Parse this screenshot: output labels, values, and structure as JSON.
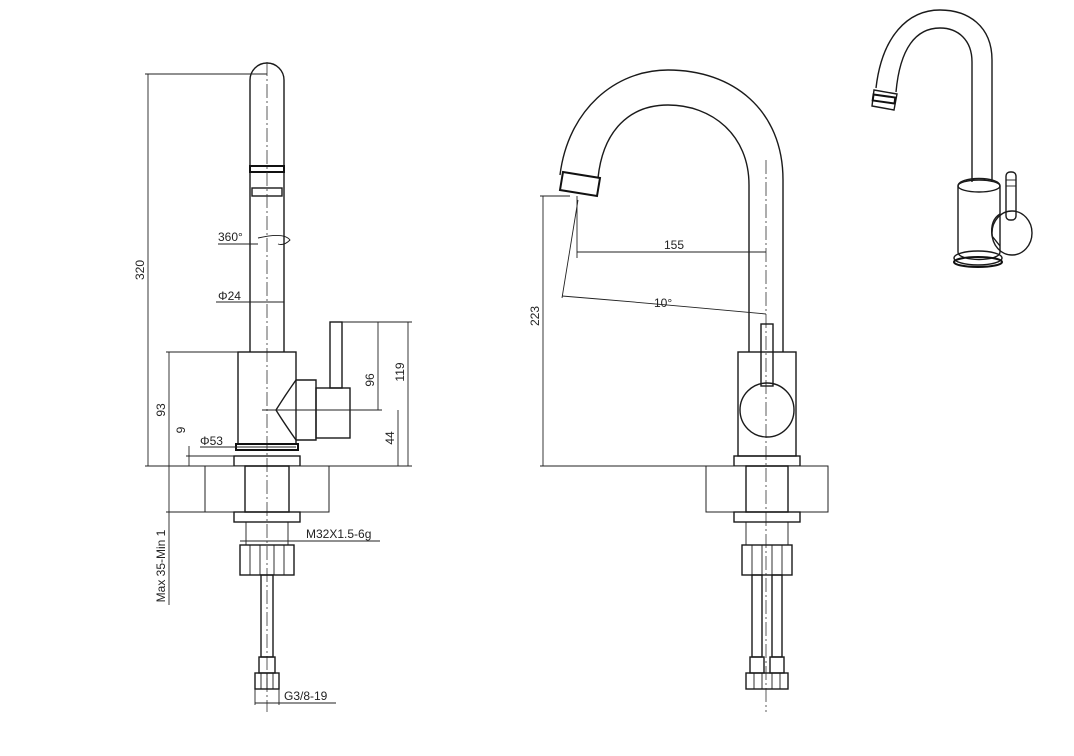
{
  "side_view": {
    "dims": {
      "total_height": "320",
      "rotation": "360°",
      "spout_diameter": "Φ24",
      "body_height": "93",
      "base_offset": "9",
      "base_diameter": "Φ53",
      "handle_height": "96",
      "lever_height": "119",
      "lever_base": "44",
      "mount_thickness": "Max 35-Min 1",
      "thread": "M32X1.5-6g",
      "hose_thread": "G3/8-19"
    }
  },
  "front_view": {
    "dims": {
      "reach": "155",
      "swing_angle": "10°",
      "spout_height": "223"
    }
  }
}
